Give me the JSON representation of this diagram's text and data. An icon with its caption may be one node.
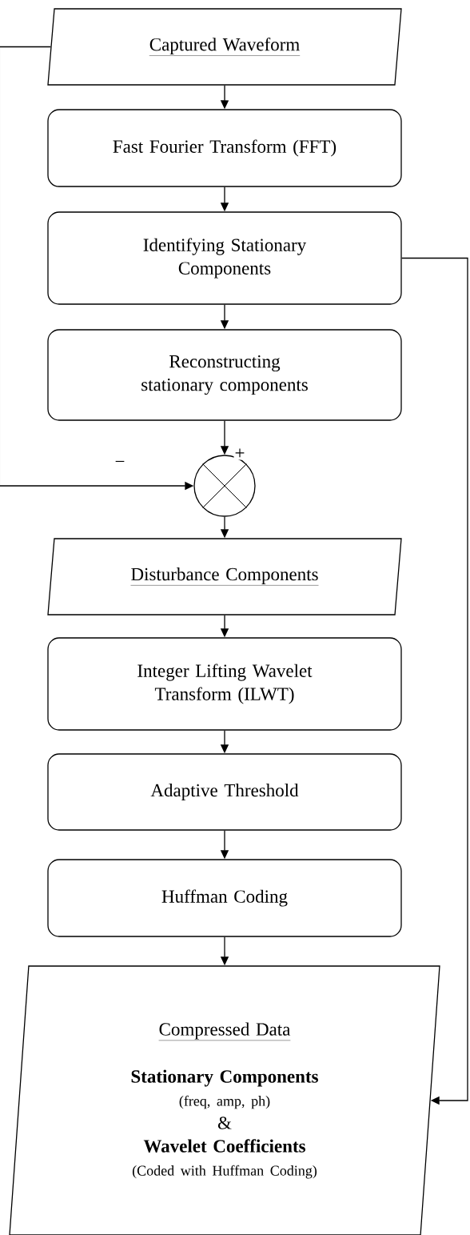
{
  "diagram": {
    "nodes": [
      {
        "text": [
          "Captured Waveform"
        ]
      },
      {
        "text": [
          "Fast Fourier Transform (FFT)"
        ]
      },
      {
        "text": [
          "Identifying Stationary Components"
        ]
      },
      {
        "text": [
          "Reconstructing stationary components"
        ]
      },
      {
        "text": [],
        "shape": "circle"
      },
      {
        "text": [
          "Disturbance Components"
        ]
      },
      {
        "text": [
          "Integer Lifting Wavelet Transform (ILWT)"
        ]
      },
      {
        "text": [
          "Adaptive Threshold"
        ]
      },
      {
        "text": [
          "Huffman Coding"
        ]
      },
      {
        "text": [
          "Compressed Data",
          "Stationary Components",
          "(freq, amp, ph)",
          "&",
          "Wavelet Coefficients",
          "(Coded with Huffman Coding)"
        ]
      }
    ],
    "edges": [
      {
        "from": 0,
        "to": 1,
        "arrow": "to"
      },
      {
        "from": 1,
        "to": 2,
        "arrow": "to"
      },
      {
        "from": 2,
        "to": 3,
        "arrow": "to"
      },
      {
        "from": 3,
        "to": 4,
        "arrow": "to",
        "label": "+"
      },
      {
        "from": 0,
        "to": 4,
        "arrow": "to",
        "label": "−"
      },
      {
        "from": 4,
        "to": 5,
        "arrow": "to"
      },
      {
        "from": 5,
        "to": 6,
        "arrow": "to"
      },
      {
        "from": 6,
        "to": 7,
        "arrow": "to"
      },
      {
        "from": 7,
        "to": 8,
        "arrow": "to"
      },
      {
        "from": 8,
        "to": 9,
        "arrow": "to"
      },
      {
        "from": 2,
        "to": 9,
        "arrow": "to"
      }
    ]
  }
}
